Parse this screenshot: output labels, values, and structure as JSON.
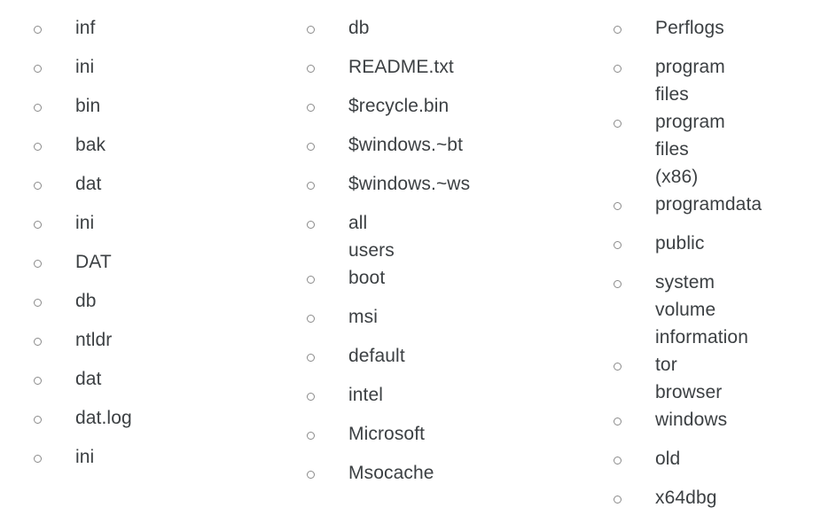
{
  "page": {
    "background_color": "#ffffff",
    "text_color": "#3c4043",
    "bullet_color": "#8b8b8b",
    "bullet_icon": "hollow-circle-bullet-icon"
  },
  "columns": [
    {
      "name": "column-1",
      "items": [
        {
          "label": "inf"
        },
        {
          "label": "ini"
        },
        {
          "label": "bin"
        },
        {
          "label": "bak"
        },
        {
          "label": "dat"
        },
        {
          "label": "ini"
        },
        {
          "label": "DAT"
        },
        {
          "label": "db"
        },
        {
          "label": "ntldr"
        },
        {
          "label": "dat"
        },
        {
          "label": "dat.log"
        },
        {
          "label": "ini"
        }
      ]
    },
    {
      "name": "column-2",
      "items": [
        {
          "label": "db"
        },
        {
          "label": "README.txt"
        },
        {
          "label": "$recycle.bin"
        },
        {
          "label": "$windows.~bt"
        },
        {
          "label": "$windows.~ws"
        },
        {
          "label": "all users"
        },
        {
          "label": "boot"
        },
        {
          "label": "msi"
        },
        {
          "label": "default"
        },
        {
          "label": "intel"
        },
        {
          "label": "Microsoft"
        },
        {
          "label": "Msocache"
        }
      ]
    },
    {
      "name": "column-3",
      "items": [
        {
          "label": "Perflogs"
        },
        {
          "label": "program files"
        },
        {
          "label": "program files (x86)"
        },
        {
          "label": "programdata"
        },
        {
          "label": "public"
        },
        {
          "label": "system volume information"
        },
        {
          "label": "tor browser"
        },
        {
          "label": "windows"
        },
        {
          "label": "old"
        },
        {
          "label": "x64dbg"
        }
      ]
    }
  ]
}
